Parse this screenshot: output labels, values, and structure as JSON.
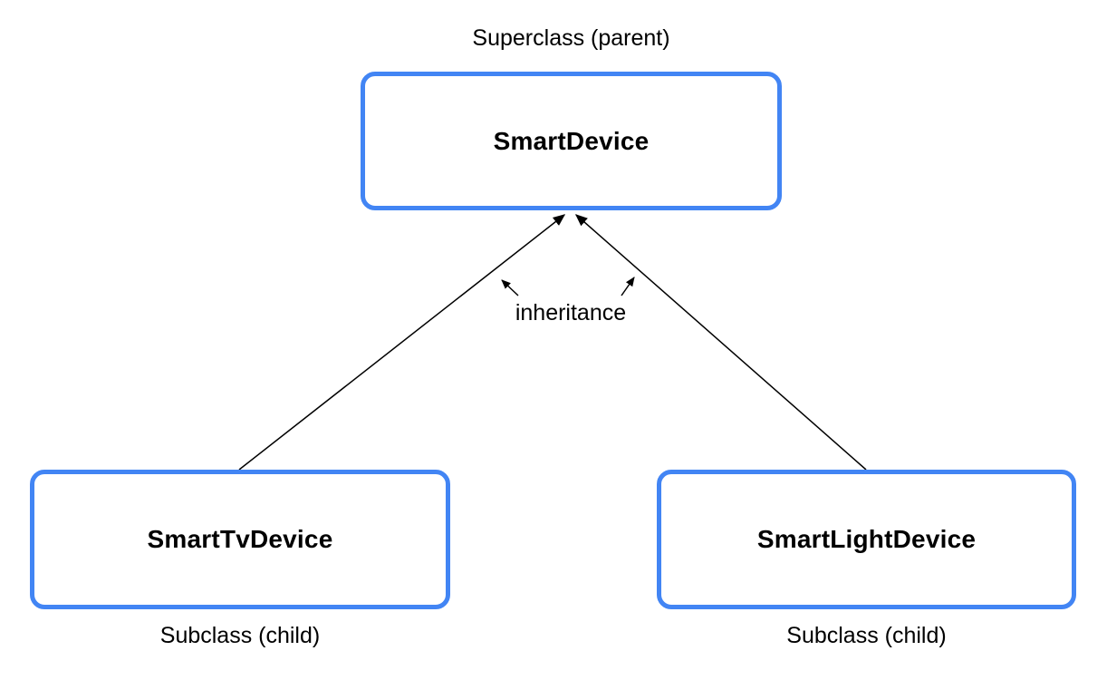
{
  "diagram": {
    "superclass_label": "Superclass (parent)",
    "superclass_name": "SmartDevice",
    "relationship_label": "inheritance",
    "subclasses": [
      {
        "name": "SmartTvDevice",
        "label": "Subclass (child)"
      },
      {
        "name": "SmartLightDevice",
        "label": "Subclass (child)"
      }
    ],
    "colors": {
      "box_border": "#4285F4",
      "line": "#000000",
      "text": "#000000",
      "background": "#FFFFFF"
    }
  }
}
